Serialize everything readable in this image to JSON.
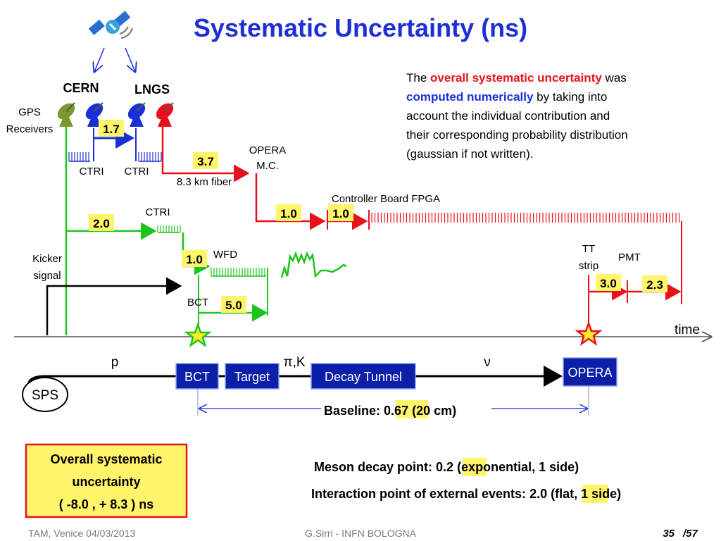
{
  "title": "Systematic Uncertainty (ns)",
  "sites": {
    "cern": "CERN",
    "lngs": "LNGS"
  },
  "gps_label": [
    "GPS",
    "Receivers"
  ],
  "ctri_label": "CTRI",
  "values": {
    "gps_link": "1.7",
    "fiber": "3.7",
    "opera_mc": "1.0",
    "fpga": "1.0",
    "ctri_cern": "2.0",
    "wfd": "1.0",
    "bct": "5.0",
    "tt_strip": "3.0",
    "pmt": "2.3"
  },
  "labels": {
    "fiber": "8.3 km fiber",
    "opera_mc": [
      "OPERA",
      "M.C."
    ],
    "fpga": "Controller Board FPGA",
    "kicker": [
      "Kicker",
      "signal"
    ],
    "wfd": "WFD",
    "bct": "BCT",
    "tt_strip": [
      "TT",
      "strip"
    ],
    "pmt": "PMT",
    "time": "time"
  },
  "description": {
    "prefix": "The ",
    "highlight1": "overall systematic uncertainty",
    "mid1": " was",
    "highlight2": "computed numerically",
    "rest1": " by taking into",
    "line3": "account the individual contribution and",
    "line4": "their corresponding probability distribution",
    "line5": "(gaussian if not written)."
  },
  "beamline": {
    "particles": {
      "p": "p",
      "piK": "π,K",
      "nu": "ν"
    },
    "sps": "SPS",
    "bct": "BCT",
    "target": "Target",
    "decay_tunnel": "Decay Tunnel",
    "opera": "OPERA",
    "baseline_prefix": "Baseline: ",
    "baseline_value": "0.67",
    "baseline_suffix": " (20 cm)"
  },
  "summary": {
    "line1": "Overall systematic",
    "line2": "uncertainty",
    "line3": "( -8.0 , + 8.3 ) ns"
  },
  "meson": {
    "prefix": "Meson decay point: ",
    "value": "0.2",
    "suffix": " (exponential, 1 side)"
  },
  "interaction": {
    "prefix": "Interaction point of external events: ",
    "value": "2.0",
    "suffix": " (flat, 1 side)"
  },
  "footer": {
    "left": "TAM, Venice 04/03/2013",
    "center": "G.Sirri - INFN BOLOGNA",
    "page": "35",
    "total": "/57"
  },
  "colors": {
    "title": "#1f2fd6",
    "red": "#e8101a",
    "blue": "#1a2fd6",
    "green": "#1cc41c",
    "highlight": "#fff46a",
    "box": "#0b1fa8"
  }
}
